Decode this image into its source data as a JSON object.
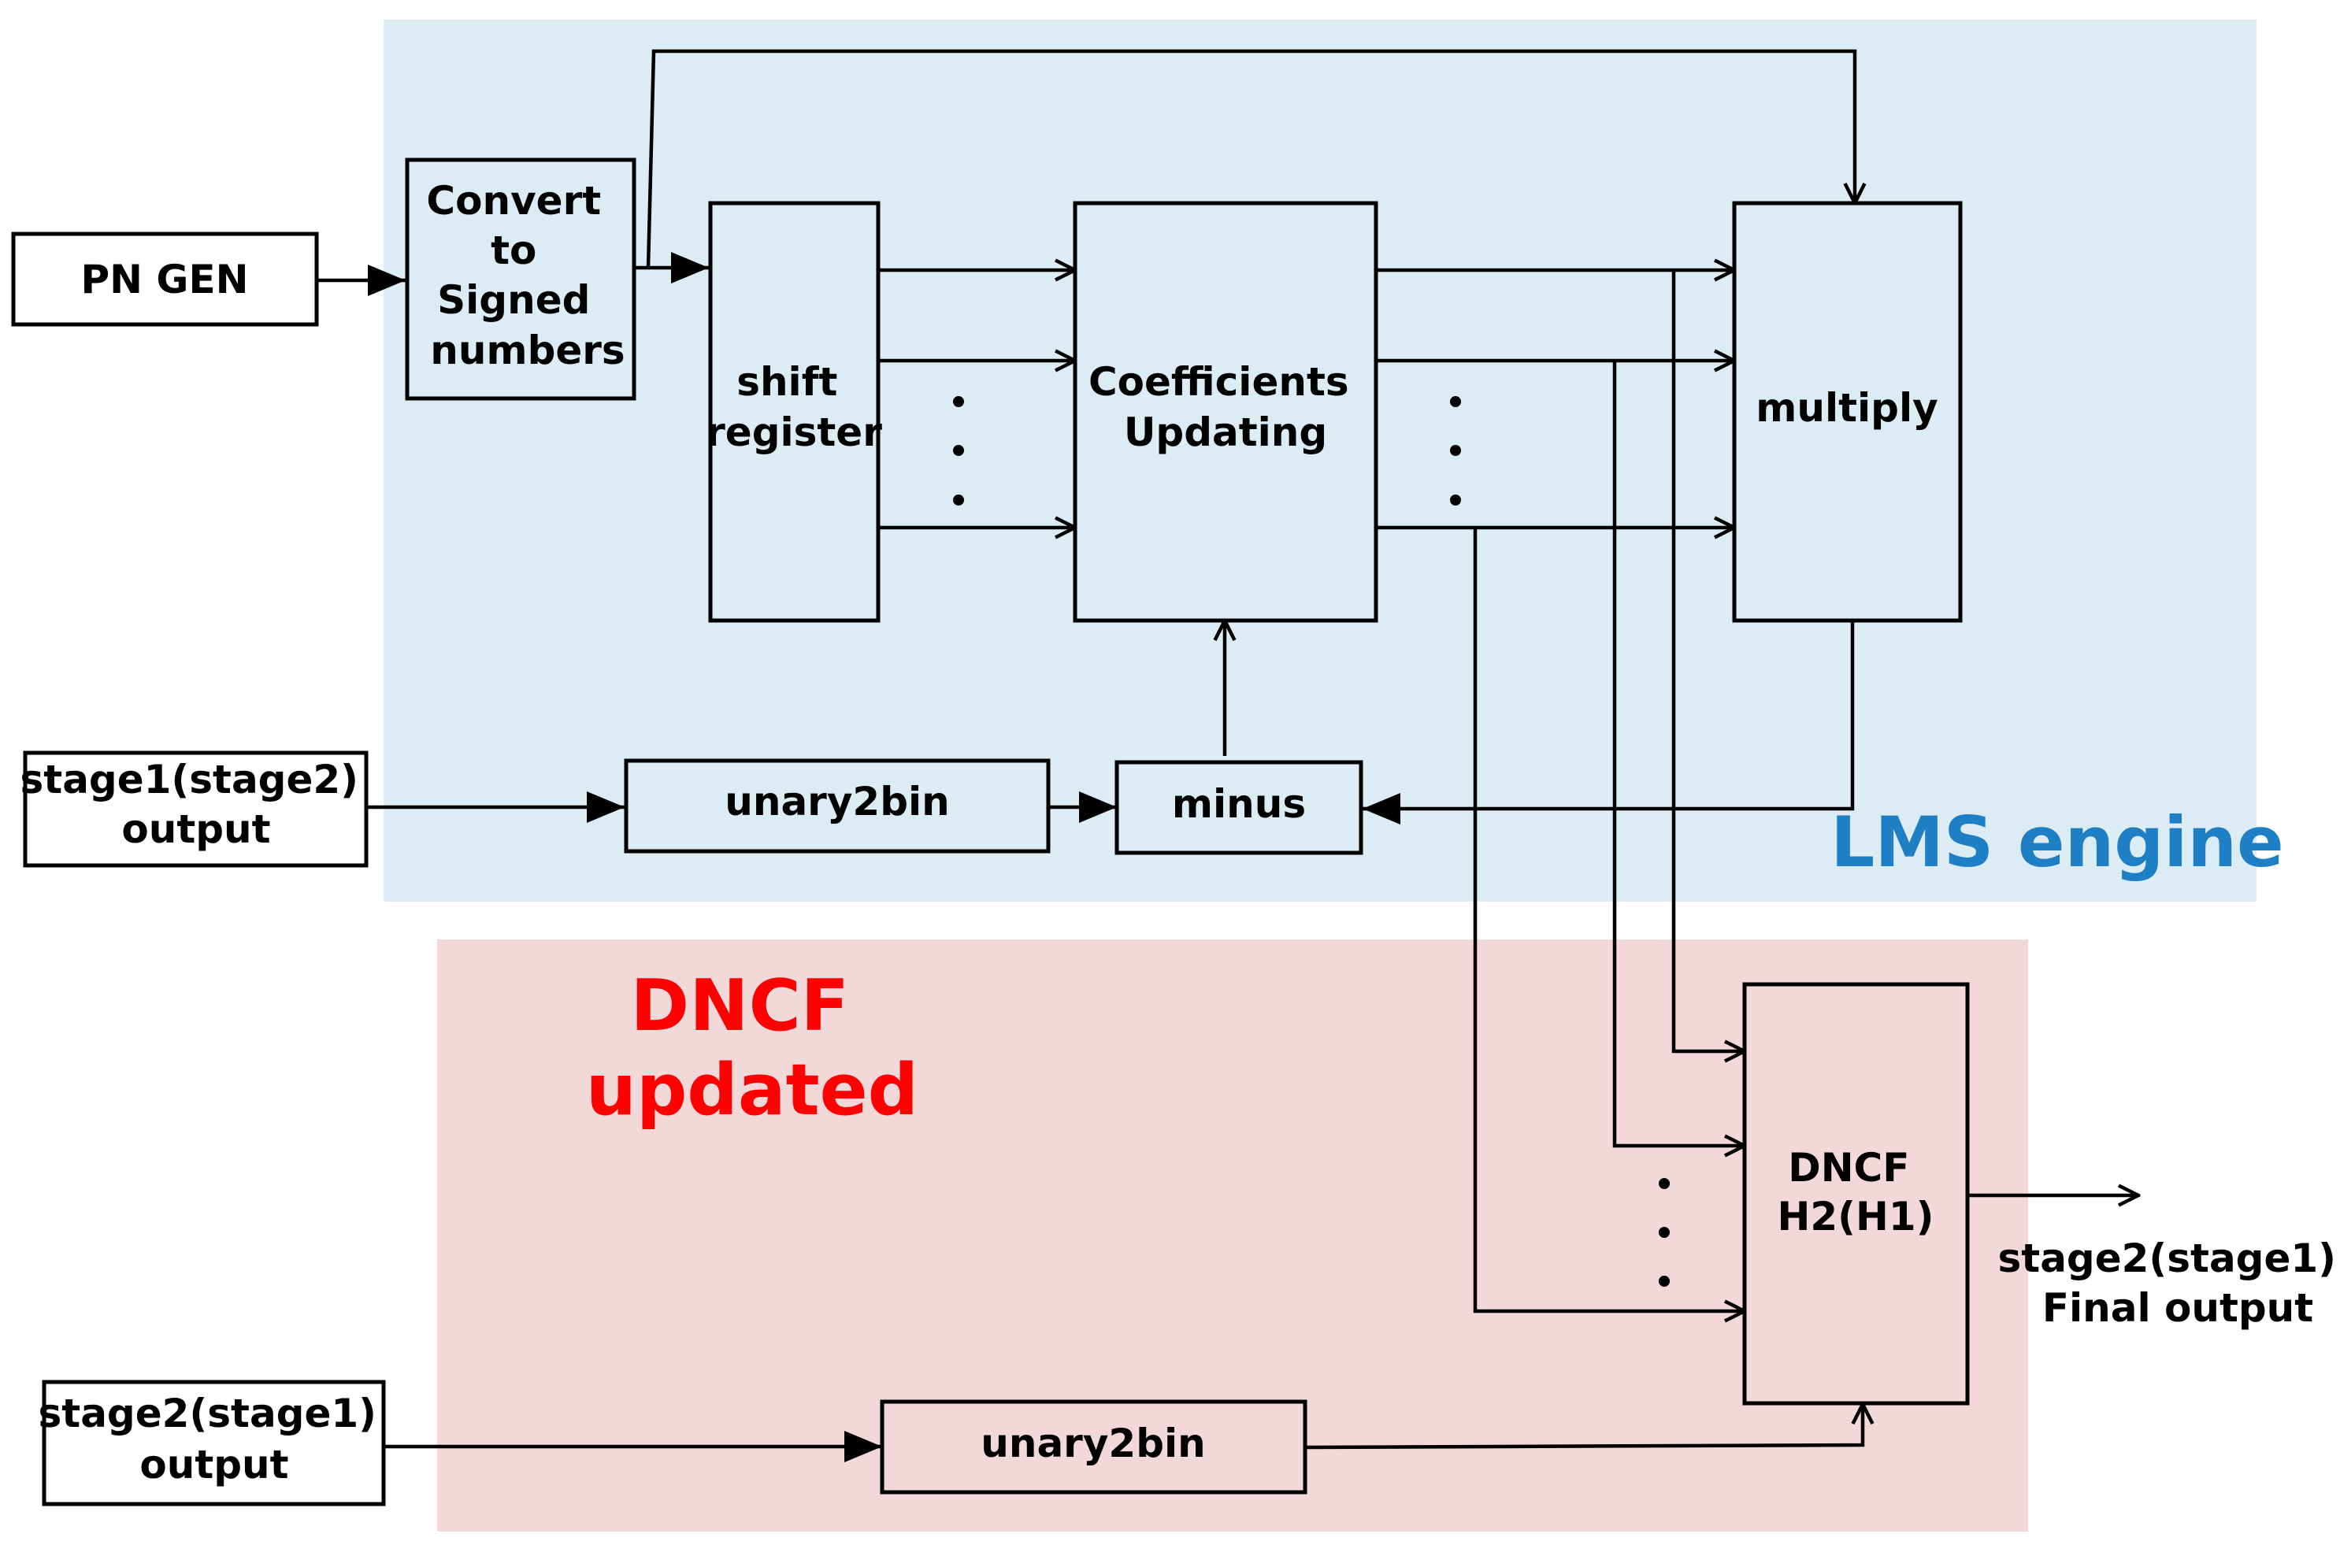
{
  "regions": {
    "lms": {
      "title": "LMS engine",
      "color": "#1f7fc4",
      "fill": "#dcecf4"
    },
    "dncf": {
      "title_lines": [
        "DNCF",
        "updated"
      ],
      "color": "#ff0000",
      "fill": "#f2d8d8"
    }
  },
  "blocks": {
    "pn_gen": {
      "lines": [
        "PN GEN"
      ]
    },
    "convert": {
      "lines": [
        "Convert",
        "to",
        "Signed",
        "numbers"
      ]
    },
    "shift_register": {
      "lines": [
        "shift",
        "register"
      ]
    },
    "coefficients": {
      "lines": [
        "Coefficients",
        "Updating"
      ]
    },
    "multiply": {
      "lines": [
        "multiply"
      ]
    },
    "stage_input_top": {
      "lines": [
        "stage1(stage2)",
        "output"
      ]
    },
    "unary2bin_top": {
      "lines": [
        "unary2bin"
      ]
    },
    "minus": {
      "lines": [
        "minus"
      ]
    },
    "dncf_filter": {
      "lines": [
        "DNCF",
        "H2(H1)"
      ]
    },
    "stage_input_bottom": {
      "lines": [
        "stage2(stage1)",
        "output"
      ]
    },
    "unary2bin_bottom": {
      "lines": [
        "unary2bin"
      ]
    }
  },
  "final_output": {
    "lines": [
      "stage2(stage1)",
      "Final output"
    ]
  }
}
